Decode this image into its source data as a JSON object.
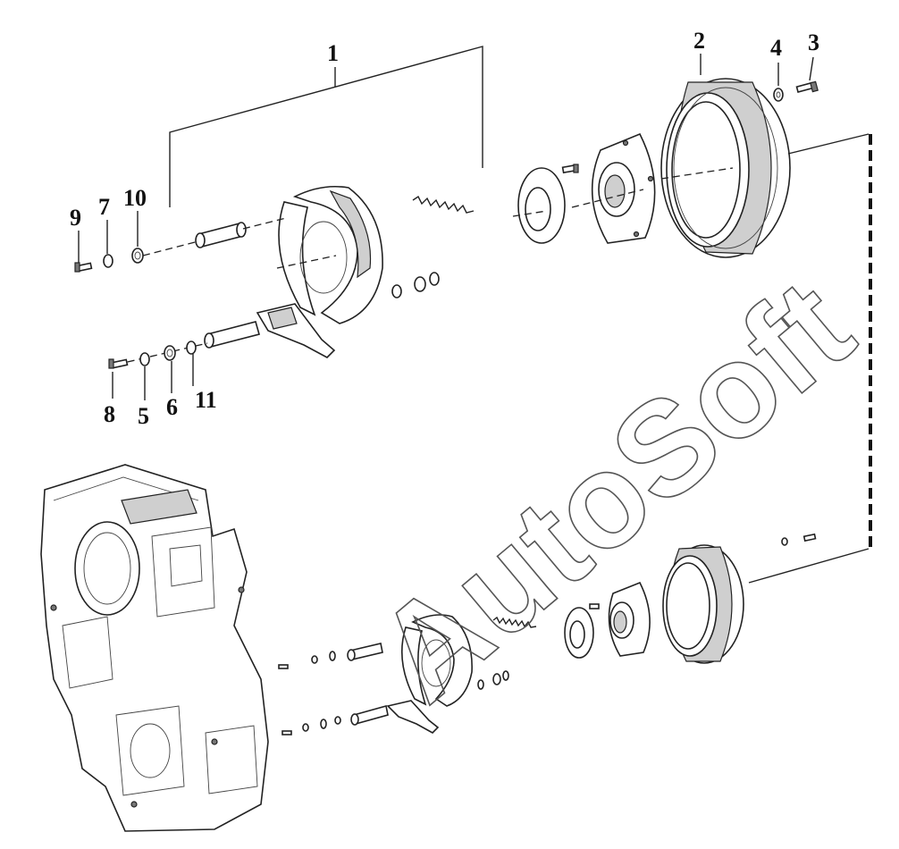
{
  "callouts": {
    "c1": "1",
    "c2": "2",
    "c3": "3",
    "c4": "4",
    "c5": "5",
    "c6": "6",
    "c7": "7",
    "c8": "8",
    "c9": "9",
    "c10": "10",
    "c11": "11"
  },
  "watermark": "AutoSoft"
}
